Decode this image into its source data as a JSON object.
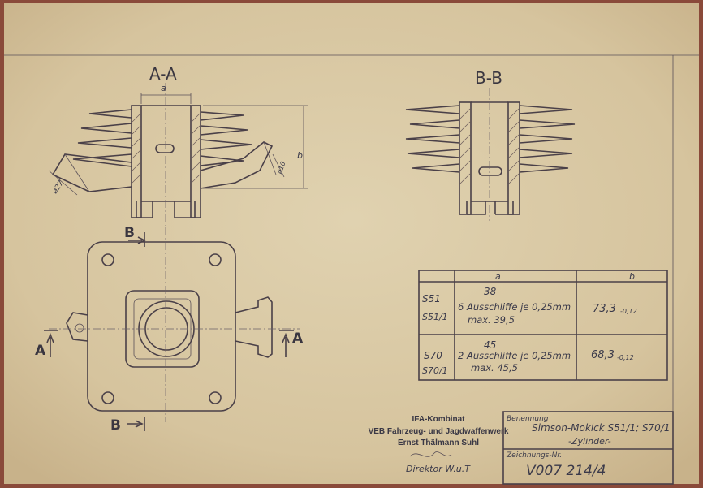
{
  "views": {
    "section_aa_label": "A-A",
    "section_bb_label": "B-B",
    "dim_a": "a",
    "dim_b": "b",
    "dim_phi27": "ø27",
    "dim_phi16": "ø16",
    "cut_b_top": "B",
    "cut_b_bottom": "B",
    "cut_a_left": "A",
    "cut_a_right": "A"
  },
  "table": {
    "header_a": "a",
    "header_b": "b",
    "rows": [
      {
        "model_1": "S51",
        "model_2": "S51/1",
        "a_nominal": "38",
        "a_note": "6 Ausschliffe je 0,25mm",
        "a_max": "max. 39,5",
        "b_value": "73,3",
        "b_tol": "-0,12"
      },
      {
        "model_1": "S70",
        "model_2": "S70/1",
        "a_nominal": "45",
        "a_note": "2 Ausschliffe je 0,25mm",
        "a_max": "max. 45,5",
        "b_value": "68,3",
        "b_tol": "-0,12"
      }
    ]
  },
  "stamp": {
    "line_1": "IFA-Kombinat",
    "line_2": "VEB Fahrzeug- und Jagdwaffenwerk",
    "line_3": "Ernst Thälmann Suhl",
    "signature_role": "Direktor W.u.T"
  },
  "title_block": {
    "benennung_label": "Benennung",
    "benennung_value": "Simson-Mokick S51/1; S70/1",
    "benennung_part": "-Zylinder-",
    "zeichnung_label": "Zeichnungs-Nr.",
    "zeichnung_value": "V007 214/4"
  },
  "colors": {
    "paper": "#d9c8a4",
    "frame": "#8a4a3a",
    "ink": "#4a4048"
  }
}
